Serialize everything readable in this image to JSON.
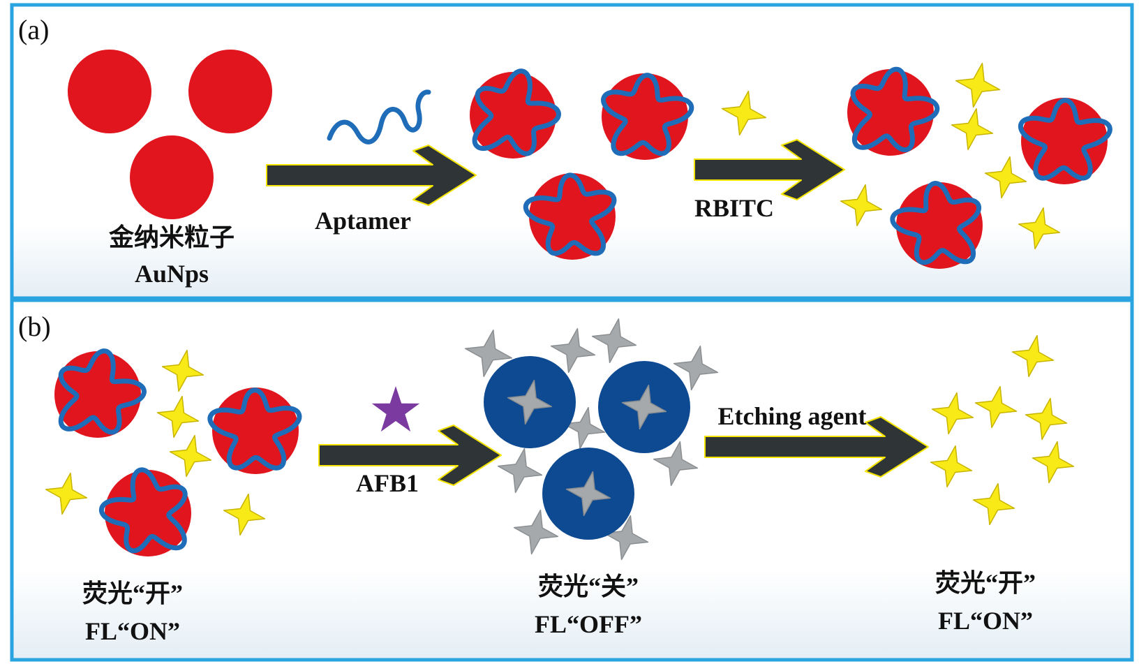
{
  "colors": {
    "border": "#2aa4e0",
    "gold_np": "#e0151d",
    "aptamer": "#1f6db8",
    "arrow": "#2f3537",
    "arrow_edge": "#f4e400",
    "rbitc_star": "#f7ea16",
    "afb1_star": "#7b3aa0",
    "grey_star": "#a5a9ac",
    "aggregate_np": "#0e4a92"
  },
  "panel_a": {
    "tag": "(a)",
    "aunp_label_cn": "金纳米粒子",
    "aunp_label_en": "AuNps",
    "arrow1_label": "Aptamer",
    "arrow2_label": "RBITC"
  },
  "panel_b": {
    "tag": "(b)",
    "arrow1_label": "AFB1",
    "arrow2_label": "Etching agent",
    "state_left_cn": "荧光“开”",
    "state_left_en": "FL“ON”",
    "state_mid_cn": "荧光“关”",
    "state_mid_en": "FL“OFF”",
    "state_right_cn": "荧光“开”",
    "state_right_en": "FL“ON”"
  }
}
